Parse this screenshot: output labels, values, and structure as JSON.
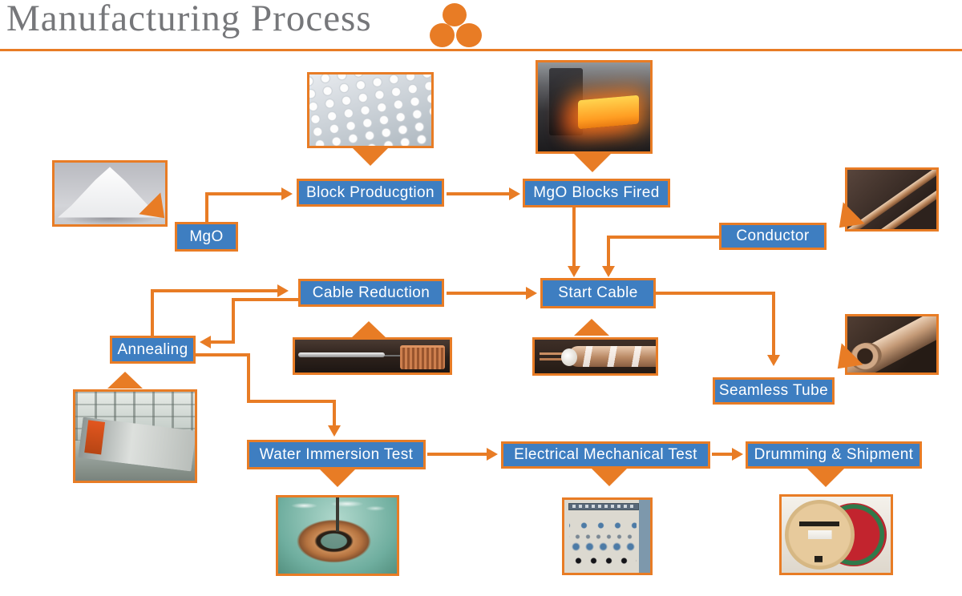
{
  "header": {
    "title": "Manufacturing Process"
  },
  "colors": {
    "orange": "#E87C25",
    "blue": "#3E7EC1",
    "titleGray": "#76777A"
  },
  "icons": {
    "logo": "three-orange-dots-triangle"
  },
  "flow": {
    "nodes": {
      "mgo": "MgO",
      "block_production": "Block Producgtion",
      "mgo_blocks_fired": "MgO Blocks Fired",
      "conductor": "Conductor",
      "cable_reduction": "Cable Reduction",
      "start_cable": "Start Cable",
      "annealing": "Annealing",
      "seamless_tube": "Seamless Tube",
      "water_immersion_test": "Water Immersion Test",
      "electrical_mechanical_test": "Electrical Mechanical Test",
      "drumming_shipment": "Drumming & Shipment"
    },
    "photos": {
      "mgo_powder": "white MgO powder pile",
      "block_production": "array of white ceramic insulator blocks",
      "mgo_blocks_fired": "furnace with glowing fired block",
      "conductor": "two copper conductor rods",
      "cable_reduction": "cable drawing machine with copper coil",
      "start_cable": "mineral insulated cable cross-section",
      "seamless_tube": "seamless copper tube",
      "annealing": "annealing furnace line in factory hall",
      "water_immersion_test": "copper coil immersed in water tank",
      "electrical_mechanical_test": "multifunctional electrical test panel",
      "drumming_shipment": "wooden drum with red cable"
    }
  }
}
